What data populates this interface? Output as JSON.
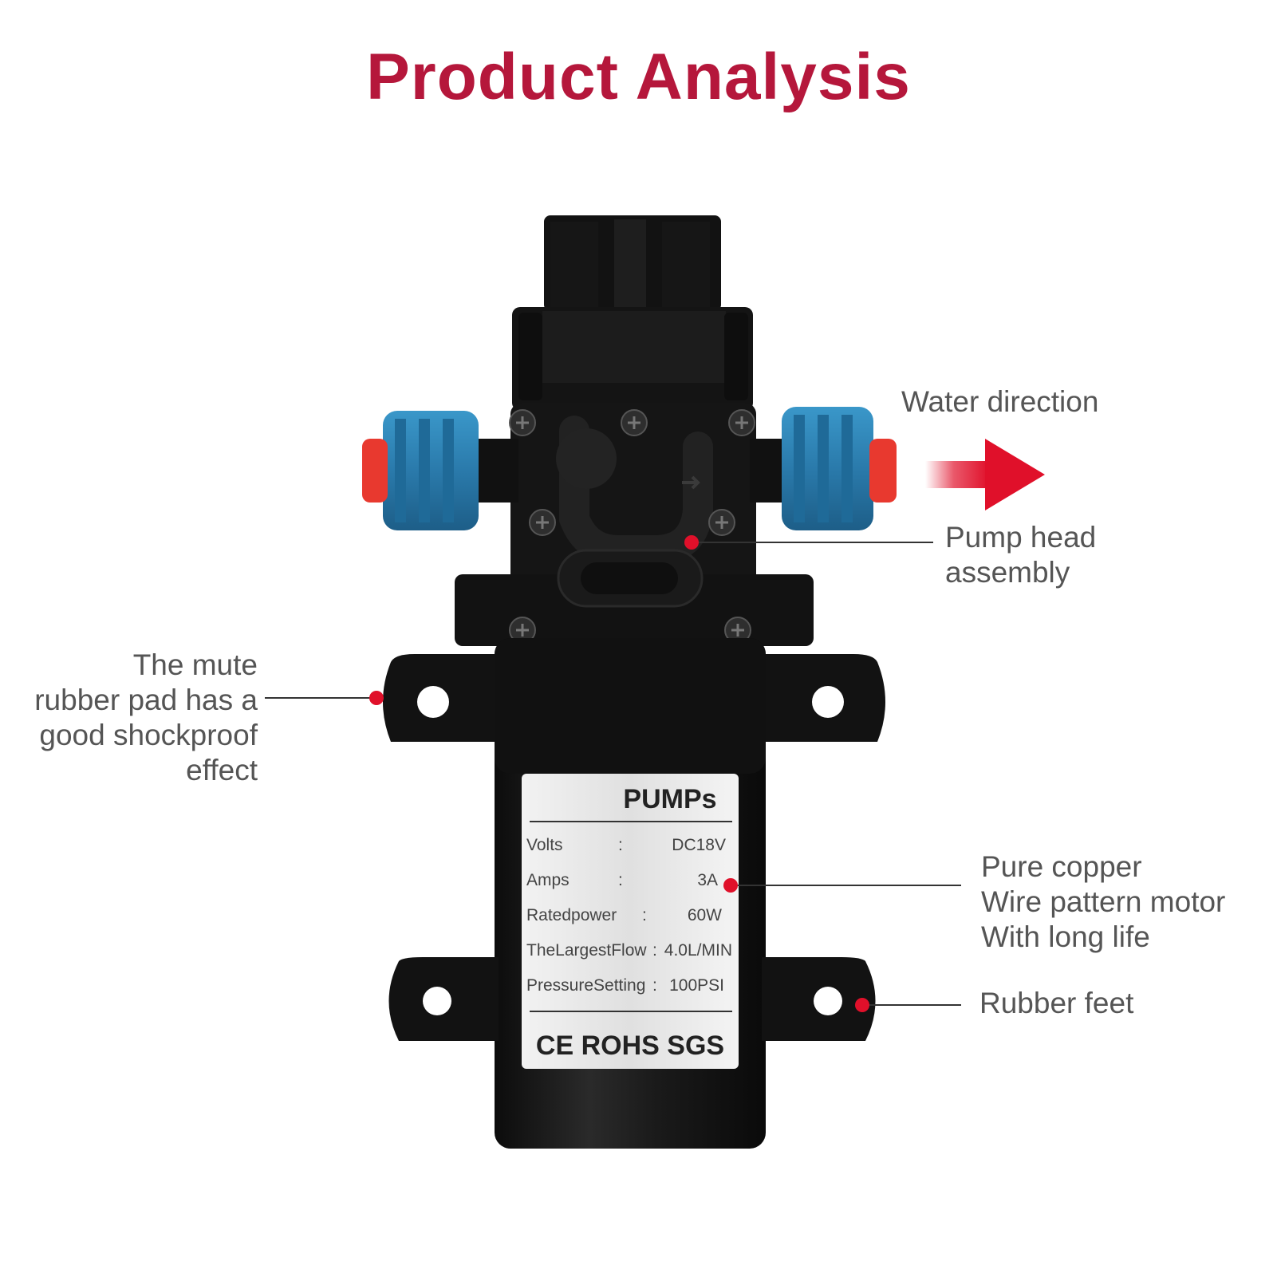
{
  "title": "Product Analysis",
  "callouts": {
    "water_direction": "Water direction",
    "pump_head": [
      "Pump head",
      "assembly"
    ],
    "mute_pad": [
      "The mute",
      "rubber pad has a",
      "good shockproof",
      "effect"
    ],
    "motor": [
      "Pure copper",
      "Wire pattern motor",
      "With long life"
    ],
    "rubber_feet": "Rubber feet"
  },
  "label": {
    "brand": "PUMPs",
    "rows": [
      {
        "key": "Volts",
        "sep": ":",
        "value": "DC18V"
      },
      {
        "key": "Amps",
        "sep": ":",
        "value": "3A"
      },
      {
        "key": "Ratedpower",
        "sep": ":",
        "value": "60W"
      },
      {
        "key": "TheLargestFlow",
        "sep": ":",
        "value": "4.0L/MIN"
      },
      {
        "key": "PressureSetting",
        "sep": ":",
        "value": "100PSI"
      }
    ],
    "certs": "CE ROHS SGS"
  },
  "colors": {
    "title": "#b5173b",
    "callout_text": "#555555",
    "marker": "#e0102a",
    "arrow": "#e0102a",
    "pump_body": "#141414",
    "fitting_blue": "#2f86b8",
    "cap_red": "#e8392f"
  }
}
